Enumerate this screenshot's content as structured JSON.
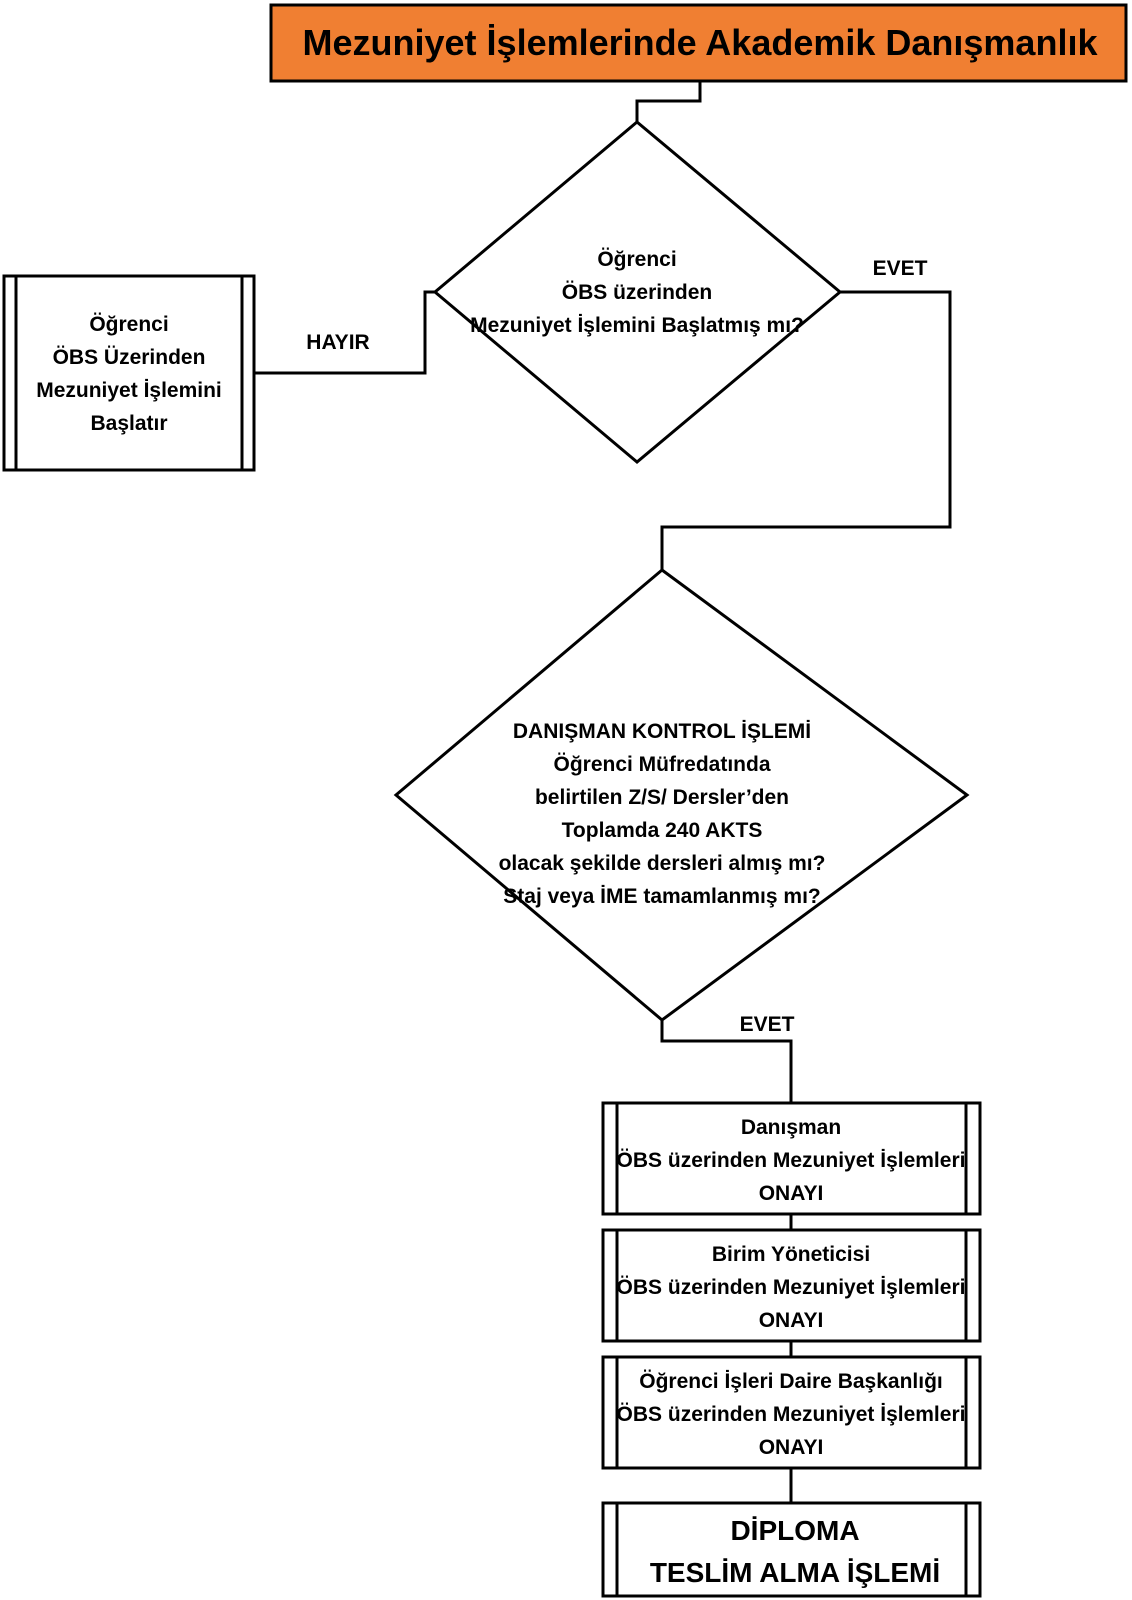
{
  "title": "Mezuniyet İşlemlerinde Akademik Danışmanlık",
  "colors": {
    "title_fill": "#F07F32",
    "stroke": "#000000"
  },
  "nodes": {
    "student_start": [
      "Öğrenci",
      "ÖBS Üzerinden",
      "Mezuniyet İşlemini",
      "Başlatır"
    ],
    "decision1": [
      "Öğrenci",
      "ÖBS üzerinden",
      "Mezuniyet İşlemini Başlatmış mı?"
    ],
    "decision2": [
      "DANIŞMAN KONTROL İŞLEMİ",
      "Öğrenci Müfredatında",
      "belirtilen Z/S/ Dersler’den",
      "Toplamda 240 AKTS",
      "olacak şekilde dersleri almış mı?",
      "Staj veya İME tamamlanmış mı?"
    ],
    "advisor_approval": [
      "Danışman",
      "ÖBS üzerinden Mezuniyet İşlemleri",
      "ONAYI"
    ],
    "unit_approval": [
      "Birim Yöneticisi",
      "ÖBS üzerinden Mezuniyet İşlemleri",
      "ONAYI"
    ],
    "registrar_approval": [
      "Öğrenci İşleri Daire Başkanlığı",
      "ÖBS üzerinden Mezuniyet İşlemleri",
      "ONAYI"
    ],
    "diploma": [
      "DİPLOMA",
      "TESLİM ALMA İŞLEMİ"
    ]
  },
  "edges": {
    "no_label": "HAYIR",
    "yes_label_1": "EVET",
    "yes_label_2": "EVET"
  }
}
